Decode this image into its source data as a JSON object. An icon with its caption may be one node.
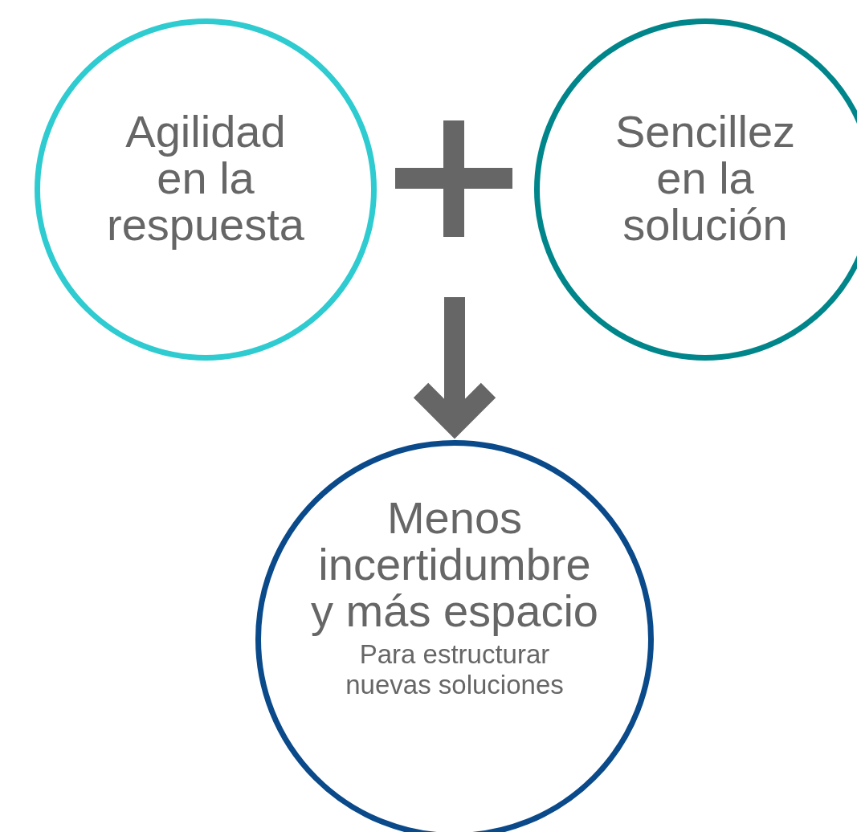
{
  "diagram": {
    "nodes": [
      {
        "text": [
          "Agilidad en la respuesta"
        ]
      },
      {
        "text": [
          "Sencillez en la solución"
        ]
      },
      {
        "text": [
          "Menos incertidumbre y más espacio",
          "Para estructurar nuevas soluciones"
        ]
      },
      {
        "text": [],
        "shape": "plus"
      }
    ],
    "edges": [
      {
        "from": null,
        "to": 2,
        "arrow": "to"
      }
    ]
  }
}
